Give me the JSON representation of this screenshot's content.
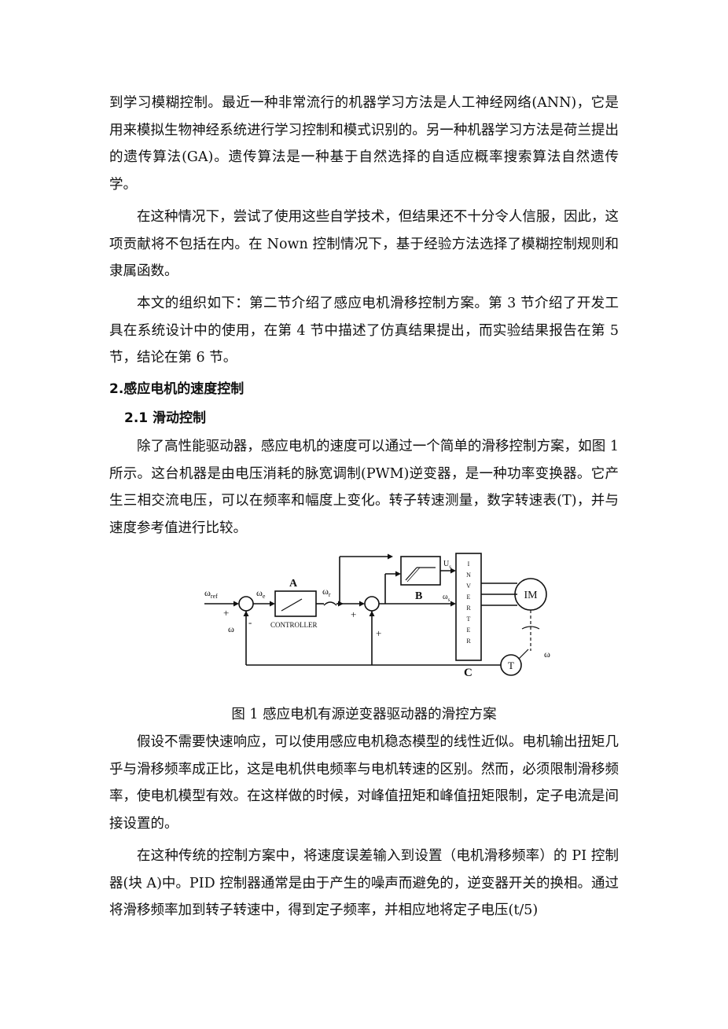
{
  "paragraphs": {
    "p1": "到学习模糊控制。最近一种非常流行的机器学习方法是人工神经网络(ANN)，它是用来模拟生物神经系统进行学习控制和模式识别的。另一种机器学习方法是荷兰提出的遗传算法(GA)。遗传算法是一种基于自然选择的自适应概率搜索算法自然遗传学。",
    "p2": "在这种情况下，尝试了使用这些自学技术，但结果还不十分令人信服，因此，这项贡献将不包括在内。在 Nown 控制情况下，基于经验方法选择了模糊控制规则和隶属函数。",
    "p3": "本文的组织如下：第二节介绍了感应电机滑移控制方案。第 3 节介绍了开发工具在系统设计中的使用，在第 4 节中描述了仿真结果提出，而实验结果报告在第 5 节，结论在第 6 节。",
    "p4": "除了高性能驱动器，感应电机的速度可以通过一个简单的滑移控制方案，如图 1 所示。这台机器是由电压消耗的脉宽调制(PWM)逆变器，是一种功率变换器。它产生三相交流电压，可以在频率和幅度上变化。转子转速测量，数字转速表(T)，并与速度参考值进行比较。",
    "p5": "假设不需要快速响应，可以使用感应电机稳态模型的线性近似。电机输出扭矩几乎与滑移频率成正比，这是电机供电频率与电机转速的区别。然而，必须限制滑移频率，使电机模型有效。在这样做的时候，对峰值扭矩和峰值扭矩限制，定子电流是间接设置的。",
    "p6": "在这种传统的控制方案中，将速度误差输入到设置（电机滑移频率）的 PI 控制器(块 A)中。PID 控制器通常是由于产生的噪声而避免的，逆变器开关的换相。通过将滑移频率加到转子转速中，得到定子频率，并相应地将定子电压(t/5)"
  },
  "headings": {
    "section2": "2.感应电机的速度控制",
    "section21": "2.1 滑动控制"
  },
  "figure": {
    "caption": "图 1  感应电机有源逆变器驱动器的滑控方案",
    "label_A": "A",
    "label_B": "B",
    "label_C": "C",
    "controller": "CONTROLLER",
    "inverter_letters": [
      "I",
      "N",
      "V",
      "E",
      "R",
      "T",
      "E",
      "R"
    ],
    "motor": "IM",
    "tacho": "T",
    "omega_ref": "ω",
    "omega_ref_sub": "ref",
    "omega_e": "ω",
    "omega_e_sub": "e",
    "omega_r": "ω",
    "omega_r_sub": "r",
    "omega_fb": "ω",
    "omega_shaft": "ω",
    "us": "U",
    "us_sub": "s",
    "omega_s": "ω",
    "omega_s_sub": "s",
    "plus1": "+",
    "minus1": "-",
    "plus2": "+",
    "plus3": "+"
  }
}
